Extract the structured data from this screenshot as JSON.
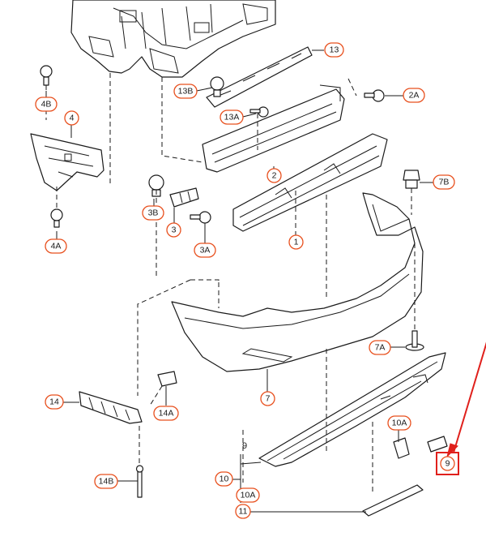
{
  "callouts": {
    "c13": "13",
    "c13b": "13B",
    "c13a": "13A",
    "c2a": "2A",
    "c4b": "4B",
    "c4": "4",
    "c2": "2",
    "c7b": "7B",
    "c3b": "3B",
    "c3": "3",
    "c3a": "3A",
    "c4a": "4A",
    "c1": "1",
    "c7a": "7A",
    "c7": "7",
    "c14": "14",
    "c14a": "14A",
    "c10a_right": "10A",
    "c9_highlight": "9",
    "c14b": "14B",
    "c10": "10",
    "c10a_left": "10A",
    "c11": "11"
  },
  "plain_labels": {
    "p9": "9"
  },
  "colors": {
    "callout_border": "#e8501e",
    "highlight": "#e0201c",
    "line": "#1a1a1a"
  }
}
